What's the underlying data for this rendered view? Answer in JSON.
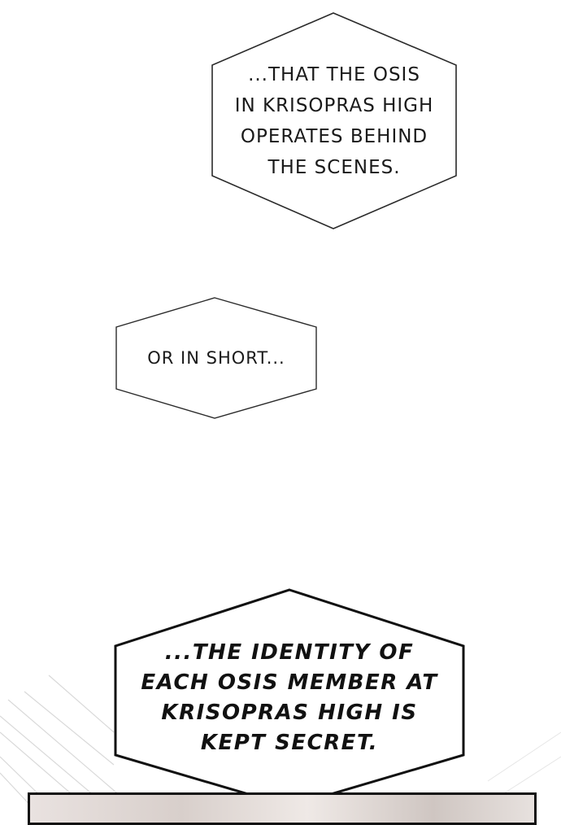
{
  "bubbles": [
    {
      "lines": [
        "...THAT THE OSIS",
        "IN KRISOPRAS HIGH",
        "OPERATES BEHIND",
        "THE SCENES."
      ]
    },
    {
      "lines": [
        "OR IN SHORT..."
      ]
    },
    {
      "lines": [
        "...THE IDENTITY OF",
        "EACH OSIS MEMBER AT",
        "KRISOPRAS HIGH IS",
        "KEPT SECRET."
      ]
    }
  ],
  "colors": {
    "background": "#ffffff",
    "ink": "#1a1a1a"
  }
}
